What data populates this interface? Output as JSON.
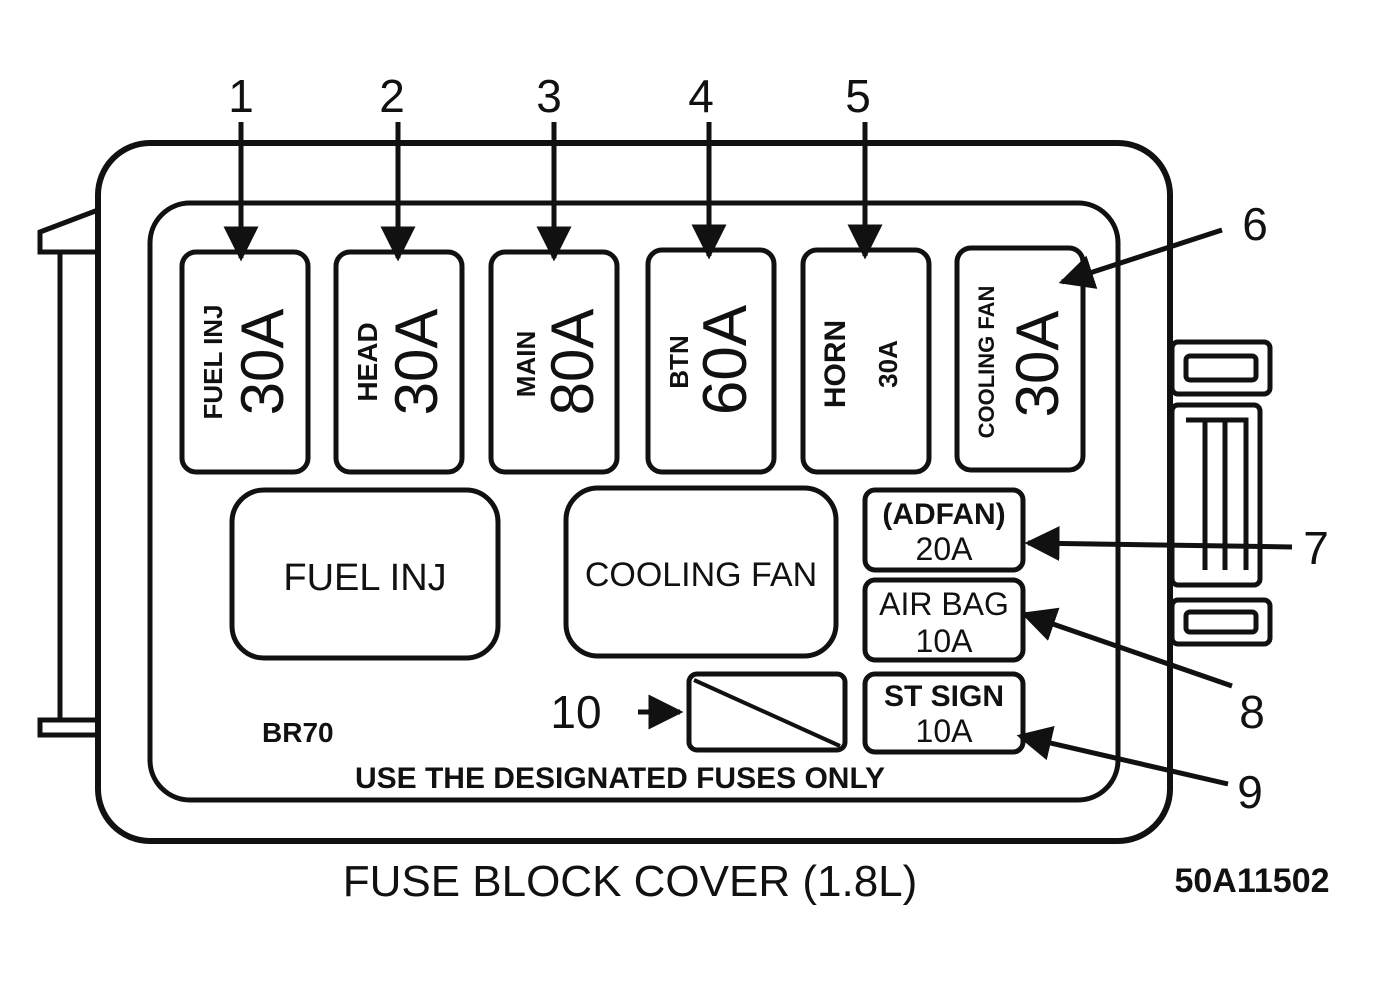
{
  "callouts": [
    "1",
    "2",
    "3",
    "4",
    "5",
    "6",
    "7",
    "8",
    "9",
    "10"
  ],
  "fuses": [
    {
      "name": "FUEL INJ",
      "rating": "30A"
    },
    {
      "name": "HEAD",
      "rating": "30A"
    },
    {
      "name": "MAIN",
      "rating": "80A"
    },
    {
      "name": "BTN",
      "rating": "60A"
    },
    {
      "name": "HORN",
      "rating": "30A"
    },
    {
      "name": "COOLING FAN",
      "rating": "30A"
    }
  ],
  "relays": [
    {
      "label": "FUEL INJ"
    },
    {
      "label": "COOLING FAN"
    }
  ],
  "mini_fuses": [
    {
      "name": "(ADFAN)",
      "rating": "20A"
    },
    {
      "name": "AIR BAG",
      "rating": "10A"
    },
    {
      "name": "ST SIGN",
      "rating": "10A"
    }
  ],
  "code": "BR70",
  "notice": "USE THE DESIGNATED FUSES ONLY",
  "caption": "FUSE BLOCK COVER (1.8L)",
  "figure_id": "50A11502"
}
